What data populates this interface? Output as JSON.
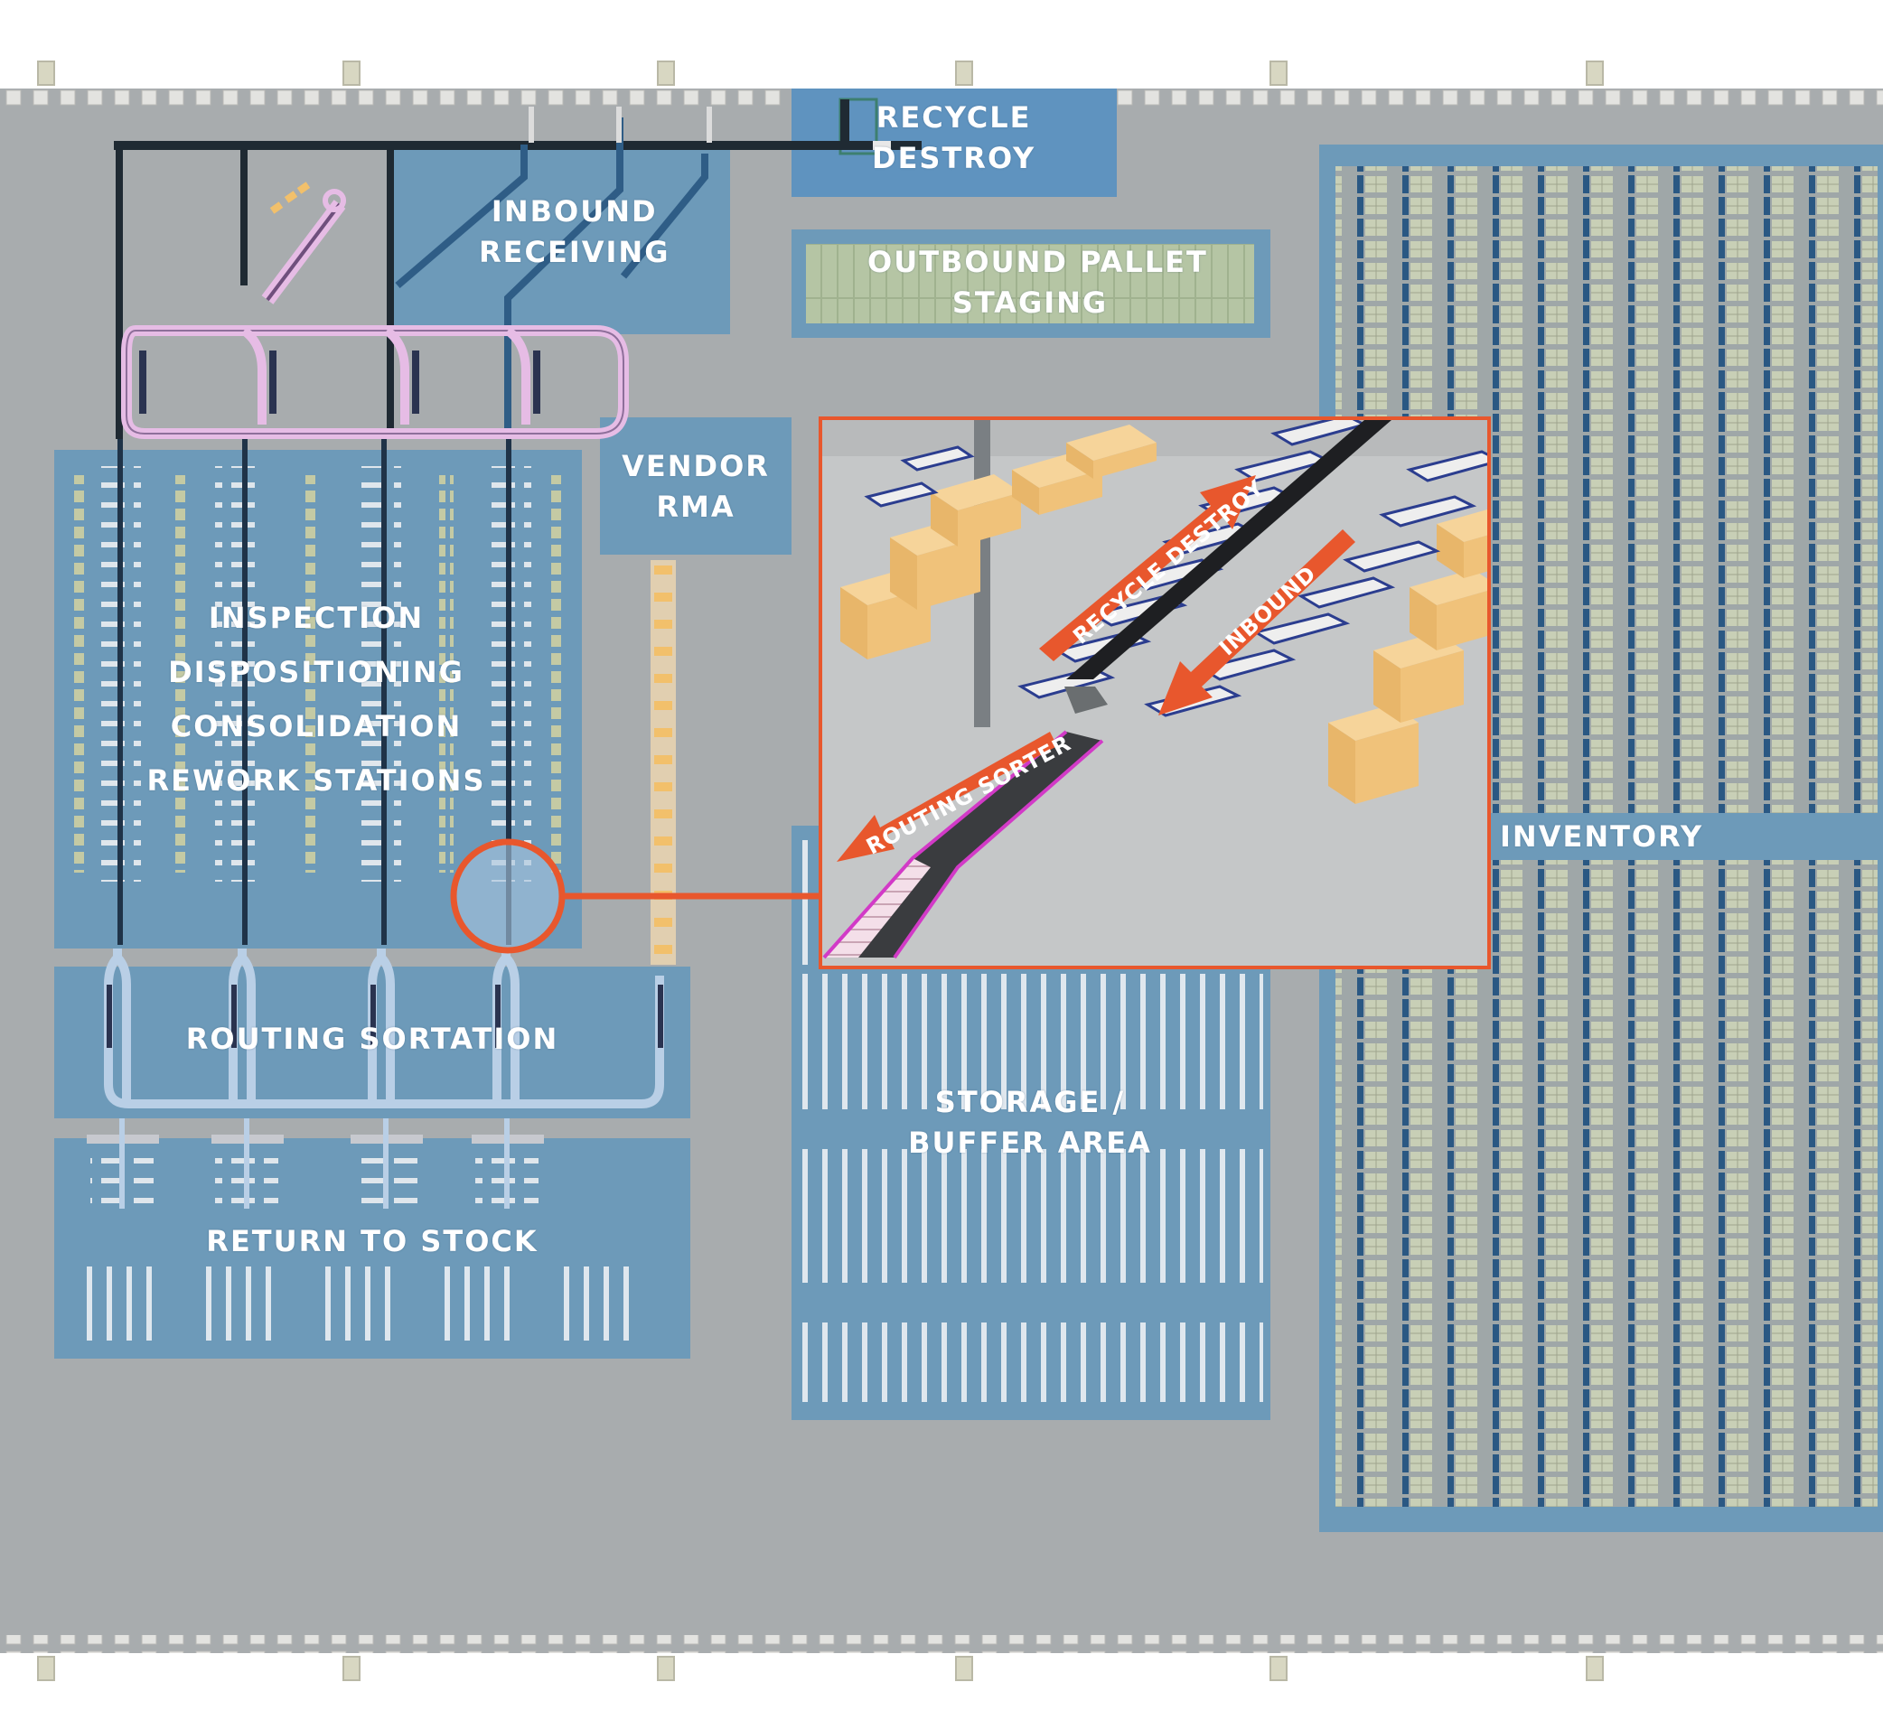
{
  "zones": {
    "recycle_destroy": {
      "line1": "RECYCLE",
      "line2": "DESTROY"
    },
    "inbound_receiving": {
      "line1": "INBOUND",
      "line2": "RECEIVING"
    },
    "outbound_staging": {
      "line1": "OUTBOUND PALLET",
      "line2": "STAGING"
    },
    "vendor_rma": {
      "line1": "VENDOR",
      "line2": "RMA"
    },
    "inspection": {
      "line1": "INSPECTION",
      "line2": "DISPOSITIONING",
      "line3": "CONSOLIDATION",
      "line4": "REWORK STATIONS"
    },
    "routing_sortation": {
      "label": "ROUTING SORTATION"
    },
    "return_to_stock": {
      "label": "RETURN TO STOCK"
    },
    "storage_buffer": {
      "line1": "STORAGE /",
      "line2": "BUFFER AREA"
    },
    "inventory": {
      "label": "INVENTORY"
    }
  },
  "inset": {
    "recycle_destroy": "RECYCLE DESTROY",
    "inbound": "INBOUND",
    "routing_sorter": "ROUTING SORTER"
  },
  "colors": {
    "floor": "#a8acae",
    "zone_overlay": "#3f8ac0",
    "callout": "#e8572d",
    "conveyor_pink": "#d7a4d6",
    "rack_blue": "#2f5b86",
    "box_tan": "#f0c27a"
  }
}
